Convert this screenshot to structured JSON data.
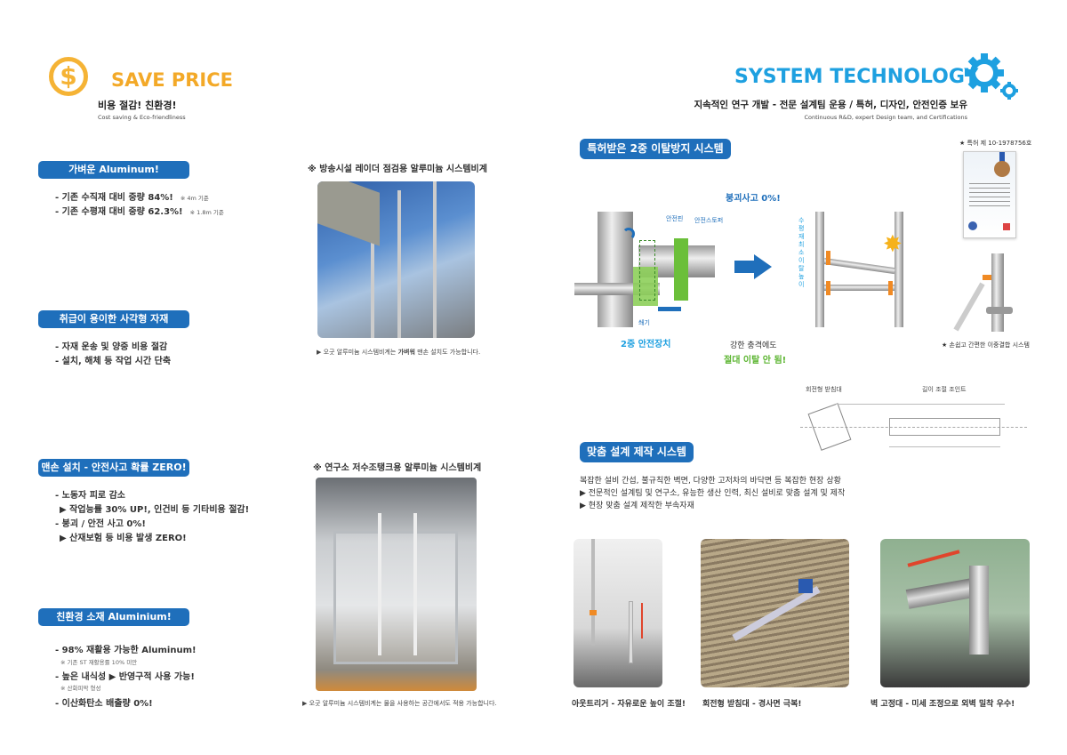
{
  "left": {
    "title": "SAVE PRICE",
    "subtitle": "비용 절감! 친환경!",
    "subtitle_en": "Cost saving & Eco-friendliness",
    "sections": [
      {
        "label": "가벼운 Aluminum!",
        "items": [
          {
            "text": "- 기존 수직재 대비 중량 84%!",
            "note": "※ 4m 기준"
          },
          {
            "text": "- 기존 수평재 대비 중량 62.3%!",
            "note": "※ 1.8m 기준"
          }
        ]
      },
      {
        "label": "취급이 용이한 사각형 자재",
        "items": [
          {
            "text": "- 자재 운송 및 양중 비용 절감"
          },
          {
            "text": "- 설치, 해체 등 작업 시간 단축"
          }
        ]
      },
      {
        "label": "맨손 설치 - 안전사고 확률 ZERO!",
        "items": [
          {
            "text": "- 노동자  피로 감소"
          },
          {
            "text": "▶ 작업능률 30% UP!, 인건비 등 기타비용 절감!"
          },
          {
            "text": "- 붕괴 / 안전 사고 0%!"
          },
          {
            "text": "▶ 산재보험 등 비용 발생 ZERO!"
          }
        ]
      },
      {
        "label": "친환경 소재 Aluminium!",
        "items": [
          {
            "text": "- 98% 재활용 가능한 Aluminum!",
            "sub": "※ 기존 ST 재활용률 10% 미만"
          },
          {
            "text": "- 높은 내식성 ▶ 반영구적 사용 가능!",
            "sub": "※ 산화피막 형성"
          },
          {
            "text": "- 이산화탄소 배출량 0%!"
          }
        ]
      }
    ]
  },
  "middle": {
    "case1_title": "※ 방송시설 레이더 점검용 알루미늄 시스템비계",
    "case1_caption_a": "▶ 오굿 알루미늄 시스템비계는 ",
    "case1_caption_b": "가벼워",
    "case1_caption_c": " 맨손 설치도 가능합니다.",
    "case2_title": "※ 연구소 저수조탱크용 알루미늄 시스템비계",
    "case2_caption": "▶ 오굿 알루미늄 시스템비계는 물을 사용하는 공간에서도 적용 가능합니다."
  },
  "right": {
    "title": "SYSTEM TECHNOLOGY",
    "subtitle": "지속적인 연구 개발 - 전문 설계팀 운용 / 특허, 디자인, 안전인증 보유",
    "subtitle_en": "Continuous R&D, expert Design team, and Certifications",
    "patent_section": {
      "label": "특허받은 2중 이탈방지 시스템",
      "patent_no": "★ 특허 제 10-1978756호",
      "collapse": "붕괴사고 0%!",
      "pin": "안전핀",
      "stopper": "안전스토퍼",
      "wedge": "쐐기",
      "vertical_label": "수평재 최소 이탈높이",
      "double_safety": "2중 안전장치",
      "impact": "강한 충격에도",
      "never": "절대 이탈 안 됨!",
      "coupling": "★ 손쉽고 간편한 이중결합 시스템"
    },
    "custom_section": {
      "label": "맞춤 설계 제작 시스템",
      "drawing_label_1": "회전형 받침대",
      "drawing_label_2": "길이 조절 조인트",
      "lines": [
        "복잡한 설비 간섭, 불규칙한 벽면, 다양한 고저차의 바닥면 등 복잡한 현장 상황",
        "▶ 전문적인 설계팀 및 연구소, 유능한 생산 인력, 최신 설비로 맞춤 설계 및 제작",
        "▶ 현장 맞춤 설계 제작한 부속자재"
      ],
      "photos": [
        {
          "caption": "아웃트리거 - 자유로운 높이 조절!"
        },
        {
          "caption": "회전형 받침대 - 경사면 극복!"
        },
        {
          "caption": "벽 고정대 - 미세 조정으로 외벽 밀착 우수!"
        }
      ]
    }
  },
  "colors": {
    "orange": "#f3a928",
    "blue": "#1f6fbb",
    "sky": "#1ea0e0",
    "green": "#5cb531"
  }
}
